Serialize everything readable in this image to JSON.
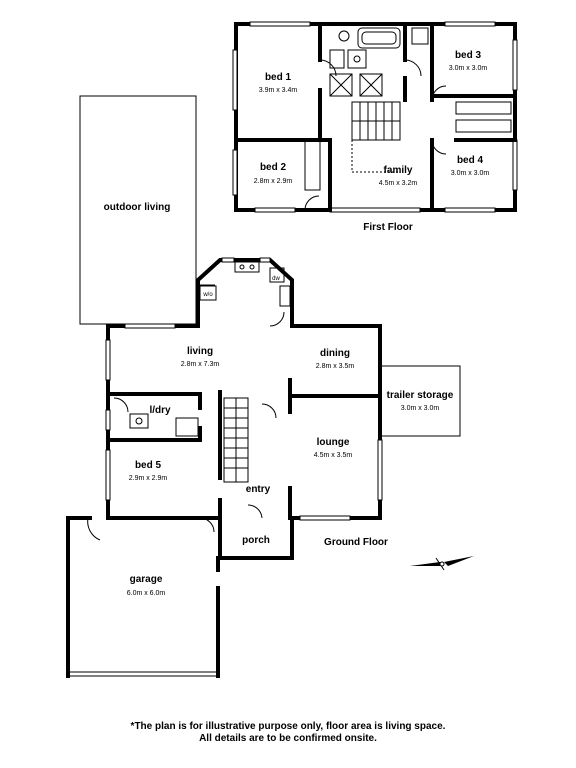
{
  "rooms": {
    "bed1": {
      "name": "bed 1",
      "dims": "3.9m x 3.4m"
    },
    "bed2": {
      "name": "bed 2",
      "dims": "2.8m x 2.9m"
    },
    "bed3": {
      "name": "bed 3",
      "dims": "3.0m x 3.0m"
    },
    "bed4": {
      "name": "bed 4",
      "dims": "3.0m x 3.0m"
    },
    "family": {
      "name": "family",
      "dims": "4.5m x 3.2m"
    },
    "outdoor": {
      "name": "outdoor living"
    },
    "living": {
      "name": "living",
      "dims": "2.8m x 7.3m"
    },
    "dining": {
      "name": "dining",
      "dims": "2.8m x 3.5m"
    },
    "ldry": {
      "name": "l/dry"
    },
    "trailer": {
      "name": "trailer storage",
      "dims": "3.0m x 3.0m"
    },
    "lounge": {
      "name": "lounge",
      "dims": "4.5m x 3.5m"
    },
    "bed5": {
      "name": "bed 5",
      "dims": "2.9m x 2.9m"
    },
    "entry": {
      "name": "entry"
    },
    "porch": {
      "name": "porch"
    },
    "garage": {
      "name": "garage",
      "dims": "6.0m x 6.0m"
    }
  },
  "fixtures": {
    "dw": "dw",
    "wo": "w/o"
  },
  "floors": {
    "first": "First Floor",
    "ground": "Ground Floor"
  },
  "disclaimer": {
    "line1": "*The plan is for illustrative purpose only, floor area is living space.",
    "line2": "All details are to be confirmed onsite."
  }
}
